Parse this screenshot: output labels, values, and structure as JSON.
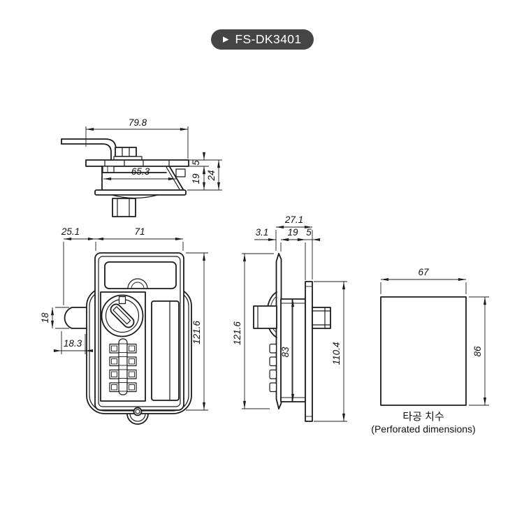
{
  "badge": {
    "icon": "play-triangle-icon",
    "label": "FS-DK3401",
    "bg": "#454545",
    "fg": "#ffffff"
  },
  "top_view": {
    "dim_width_overall": "79.8",
    "dim_width_inner": "65.3",
    "dim_plate_thickness": "5",
    "dim_body_depth": "19",
    "dim_total_depth": "24"
  },
  "front_view": {
    "dim_left_offset": "25.1",
    "dim_body_width": "71",
    "dim_tongue_height": "18",
    "dim_tongue_length": "18.3",
    "dim_overall_height": "121.6"
  },
  "side_view": {
    "dim_total_depth": "27.1",
    "dim_plate_thickness": "3.1",
    "dim_body_depth": "19",
    "dim_rear_depth": "5",
    "dim_overall_height": "121.6",
    "dim_body_height": "83",
    "dim_rear_height": "110.4"
  },
  "cutout_view": {
    "dim_width": "67",
    "dim_height": "86",
    "caption_ko": "타공 치수",
    "caption_en": "(Perforated dimensions)"
  },
  "colors": {
    "line": "#1c1c1c",
    "background": "#ffffff",
    "badge_bg": "#454545",
    "badge_fg": "#ffffff"
  }
}
